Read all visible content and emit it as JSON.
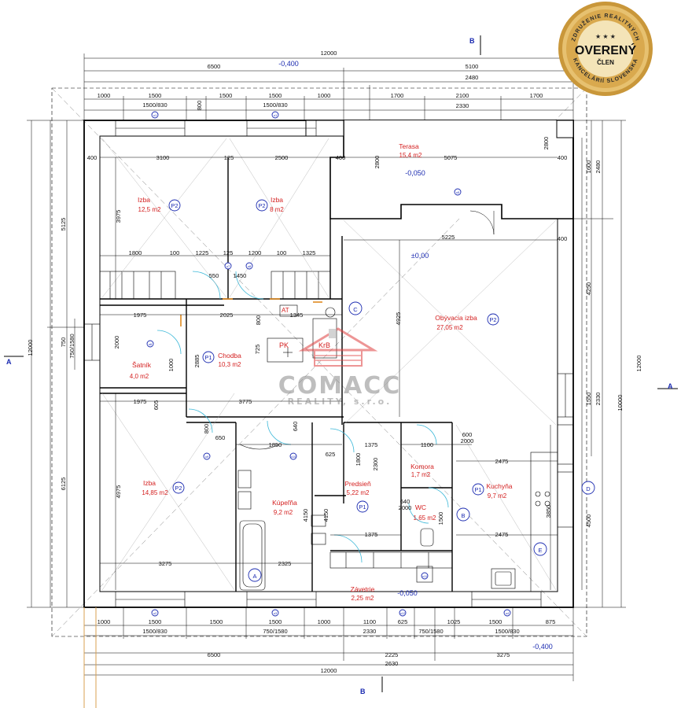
{
  "badge": {
    "top_text": "ZDRUŽENIE REALITNÝCH",
    "bottom_text": "KANCELÁRIÍ SLOVENSKA",
    "main": "OVERENÝ",
    "sub": "ČLEN",
    "color": "#d4a53a"
  },
  "watermark": {
    "name": "COMACC",
    "sub": "REALITY, s.r.o."
  },
  "rooms": [
    {
      "name": "Izba",
      "area": "12,5 m2",
      "tag": "P2"
    },
    {
      "name": "Izba",
      "area": "8 m2",
      "tag": "P2"
    },
    {
      "name": "Terasa",
      "area": "15,4 m2"
    },
    {
      "name": "Obývacia izba",
      "area": "27,05 m2",
      "tag": "P2"
    },
    {
      "name": "Šatník",
      "area": "4,0 m2"
    },
    {
      "name": "Chodba",
      "area": "10,3 m2",
      "tag": "P1"
    },
    {
      "name": "Izba",
      "area": "14,85 m2",
      "tag": "P2"
    },
    {
      "name": "Kúpeľňa",
      "area": "9,2 m2"
    },
    {
      "name": "Predsieň",
      "area": "5,22 m2",
      "tag": "P1"
    },
    {
      "name": "Komora",
      "area": "1,7 m2"
    },
    {
      "name": "WC",
      "area": "1,65 m2"
    },
    {
      "name": "Kuchyňa",
      "area": "9,7 m2",
      "tag": "P1"
    },
    {
      "name": "Závetrie",
      "area": "2,25 m2"
    }
  ],
  "levels": [
    "-0,400",
    "-0,050",
    "±0,00",
    "-0,050",
    "-0,400"
  ],
  "sections": {
    "A": "A",
    "B": "B",
    "C": "C",
    "D": "D",
    "E": "E"
  },
  "fixtures": {
    "PK": "PK",
    "KrB": "KrB",
    "AT": "AT"
  },
  "dims_top": {
    "total": "12000",
    "row1": [
      "6500",
      "5100"
    ],
    "row1b": "2480",
    "row2": [
      "1000",
      "1500",
      "800",
      "1500",
      "1000",
      "1700",
      "2100",
      "1700"
    ],
    "row2b": [
      "1500/830",
      "1500/830",
      "2330"
    ],
    "inner": [
      "400",
      "3100",
      "125",
      "2500",
      "400",
      "2800",
      "5075",
      "400"
    ]
  },
  "dims_bottom": {
    "row1": [
      "1000",
      "1500",
      "1500",
      "1000",
      "1100",
      "625",
      "1025",
      "1500",
      "875"
    ],
    "row1b": [
      "1500/830",
      "750/1580",
      "2330",
      "750/1580",
      "1500/830"
    ],
    "row2": [
      "6500",
      "2225",
      "3275"
    ],
    "row2b": "2630",
    "total": "12000"
  },
  "dims_left": [
    "5125",
    "3975",
    "750",
    "750/1580",
    "2000",
    "12000",
    "6125",
    "4975"
  ],
  "dims_right": [
    "1600",
    "2480",
    "4250",
    "12000",
    "1550",
    "2330",
    "10000",
    "4500"
  ],
  "dims_inner": [
    "1800",
    "100",
    "1225",
    "125",
    "1200",
    "100",
    "1325",
    "5225",
    "550",
    "1450",
    "1975",
    "2025",
    "1345",
    "2885",
    "725",
    "3775",
    "1975",
    "605",
    "650",
    "800",
    "1850",
    "640",
    "625",
    "1375",
    "1800",
    "2300",
    "1100",
    "600",
    "2000",
    "2475",
    "1375",
    "640",
    "2000",
    "1500",
    "2475",
    "3275",
    "2325",
    "4150",
    "4925",
    "3850",
    "1000",
    "400",
    "4150",
    "800"
  ],
  "tags_small": [
    "o1",
    "o1",
    "o6",
    "o7",
    "o8",
    "o9",
    "o10",
    "o2",
    "o3",
    "o4",
    "o5",
    "o11",
    "o12"
  ]
}
